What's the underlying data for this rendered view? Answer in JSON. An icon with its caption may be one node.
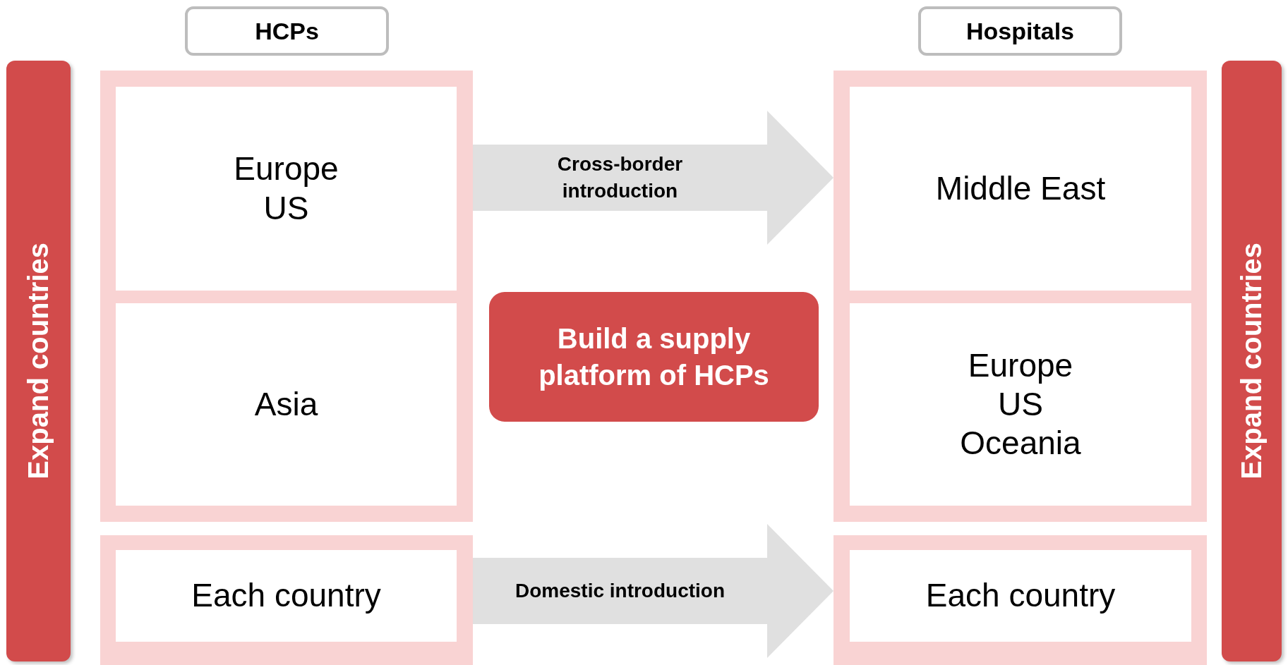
{
  "diagram": {
    "nodes": [
      {
        "text": [
          "HCPs"
        ]
      },
      {
        "text": [
          "Hospitals"
        ]
      },
      {
        "text": [
          "Expand countries"
        ]
      },
      {
        "text": [],
        "shape": "box"
      },
      {
        "text": [
          "Europe US"
        ],
        "in": 3
      },
      {
        "text": [
          "Asia"
        ],
        "in": 3
      },
      {
        "text": [
          "Build a supply platform of HCPs"
        ]
      },
      {
        "text": [],
        "shape": "box"
      },
      {
        "text": [
          "Middle East"
        ],
        "in": 7
      },
      {
        "text": [
          "Europe US Oceania"
        ],
        "in": 7
      },
      {
        "text": [
          "Expand countries"
        ]
      },
      {
        "text": [],
        "shape": "box"
      },
      {
        "text": [
          "Each country"
        ],
        "in": 11
      },
      {
        "text": [],
        "shape": "box"
      },
      {
        "text": [
          "Each country"
        ],
        "in": 13
      }
    ],
    "edges": [
      {
        "from": 3,
        "to": 7,
        "arrow": "to",
        "label": "Cross-border introduction"
      },
      {
        "from": 11,
        "to": 13,
        "arrow": "to",
        "label": "Domestic introduction"
      }
    ]
  }
}
